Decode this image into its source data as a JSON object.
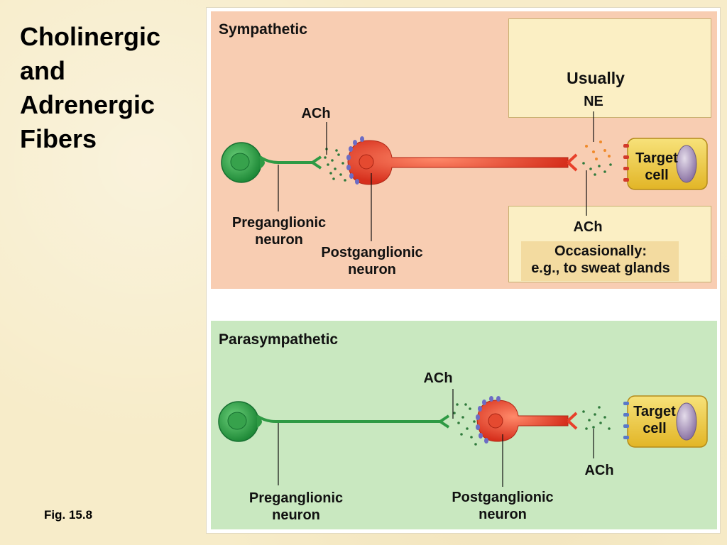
{
  "slide": {
    "title_lines": [
      "Cholinergic",
      "and",
      "Adrenergic",
      "Fibers"
    ],
    "fig_label": "Fig. 15.8"
  },
  "sympathetic": {
    "title": "Sympathetic",
    "box_top": {
      "line1": "Usually",
      "line2": "NE"
    },
    "ach_top": "ACh",
    "ach_bottom": "ACh",
    "box_bottom": {
      "line1": "Occasionally:",
      "line2": "e.g., to sweat glands"
    },
    "target": {
      "line1": "Target",
      "line2": "cell"
    },
    "preganglionic": {
      "line1": "Preganglionic",
      "line2": "neuron"
    },
    "postganglionic": {
      "line1": "Postganglionic",
      "line2": "neuron"
    }
  },
  "parasympathetic": {
    "title": "Parasympathetic",
    "ach_top": "ACh",
    "ach_bottom": "ACh",
    "target": {
      "line1": "Target",
      "line2": "cell"
    },
    "preganglionic": {
      "line1": "Preganglionic",
      "line2": "neuron"
    },
    "postganglionic": {
      "line1": "Postganglionic",
      "line2": "neuron"
    }
  },
  "colors": {
    "sympathetic_bg": "#f8cdb2",
    "parasympathetic_bg": "#c9e8c0",
    "preganglionic": "#2e9a44",
    "postganglionic": "#e8402a",
    "target_cell": "#f2d24a",
    "nucleus": "#9a86b0",
    "ach_vesicle": "#2f7a3c",
    "ne_vesicle": "#f08a2a"
  }
}
